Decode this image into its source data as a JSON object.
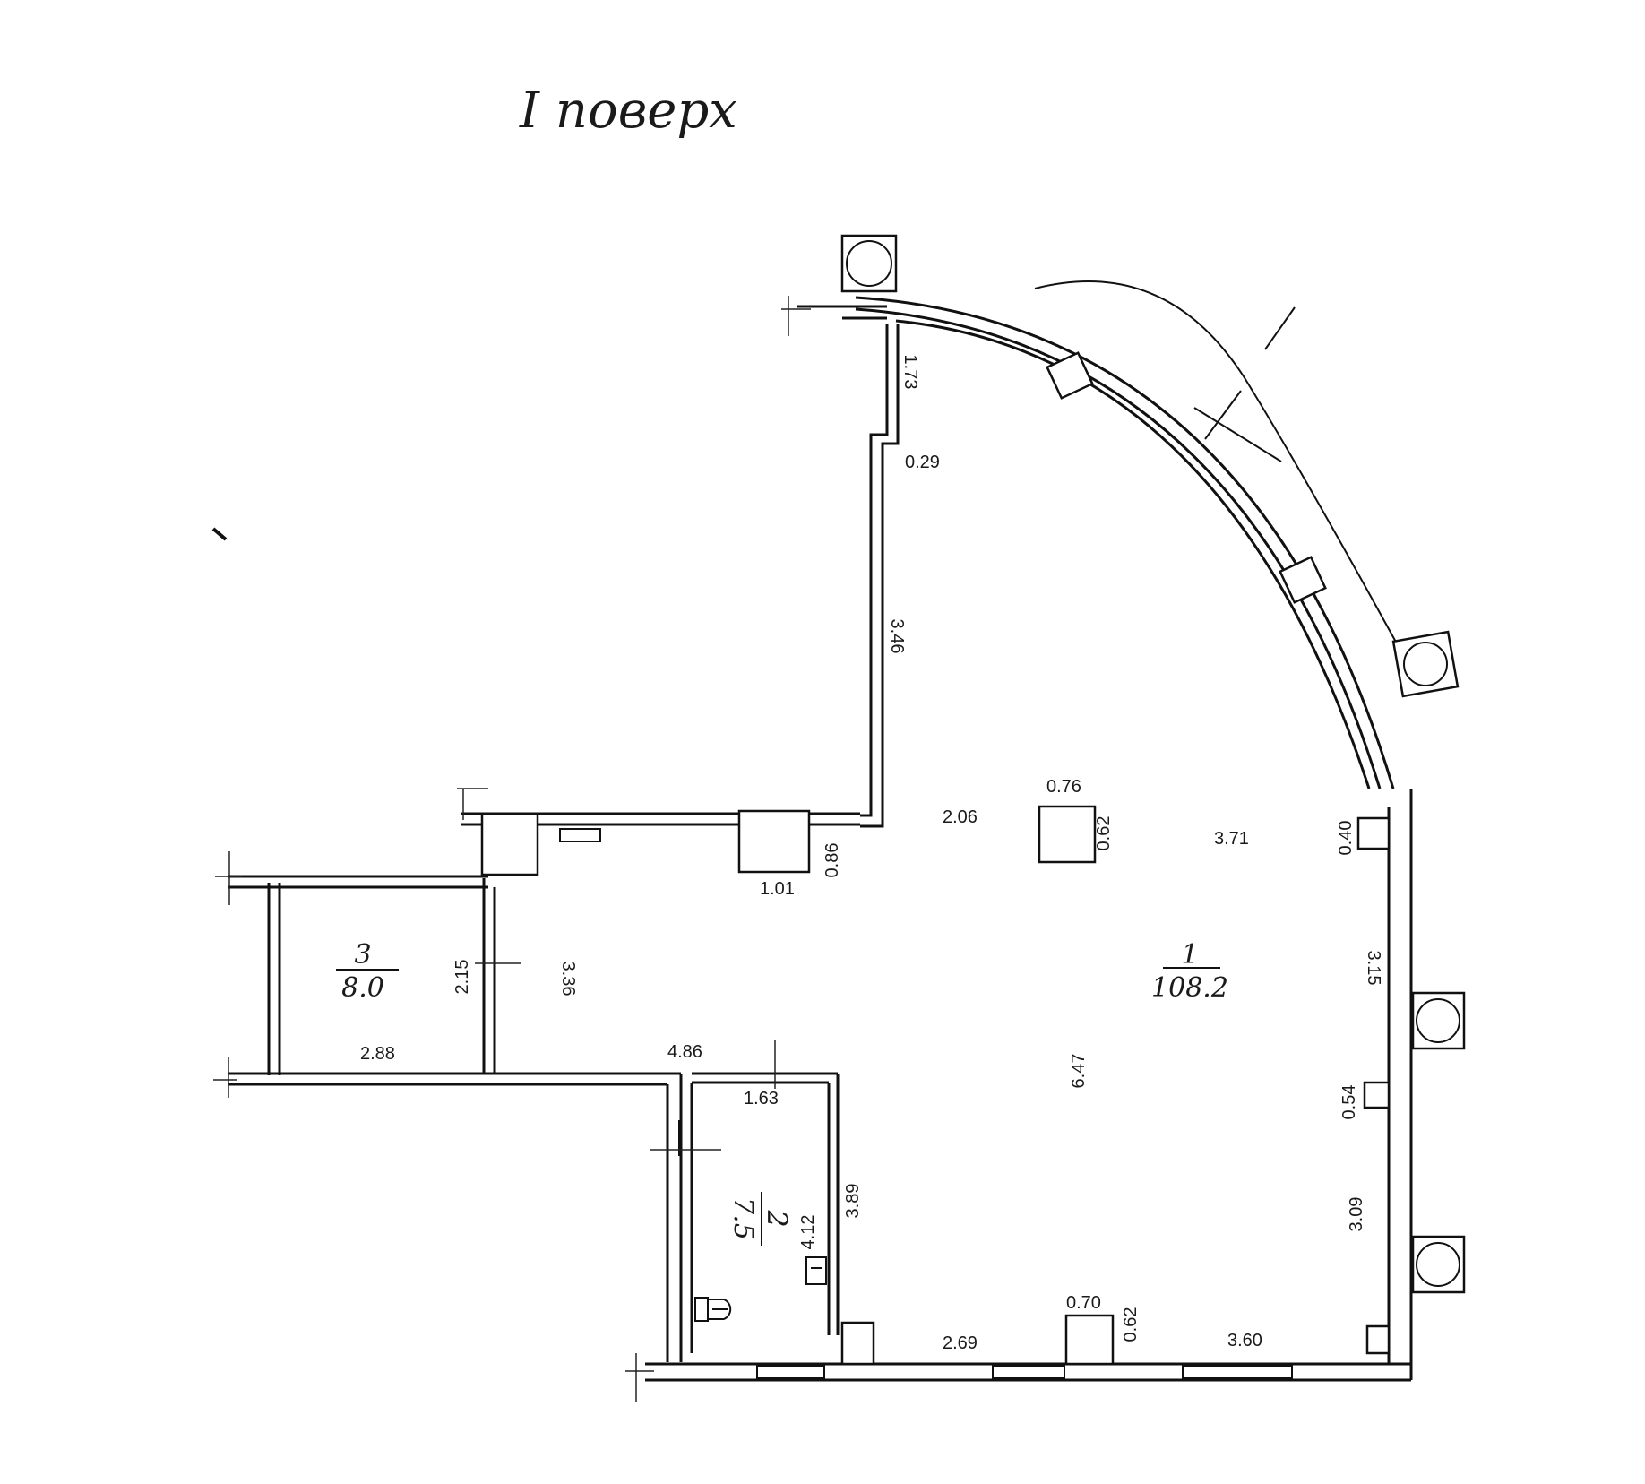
{
  "title": "I поверх",
  "rooms": [
    {
      "number": "1",
      "area": "108.2"
    },
    {
      "number": "2",
      "area": "7.5"
    },
    {
      "number": "3",
      "area": "8.0"
    }
  ],
  "dimensions": {
    "d_173": "1.73",
    "d_029": "0.29",
    "d_346": "3.46",
    "d_206": "2.06",
    "d_076": "0.76",
    "d_062a": "0.62",
    "d_371": "3.71",
    "d_040": "0.40",
    "d_101": "1.01",
    "d_086": "0.86",
    "d_315": "3.15",
    "d_215": "2.15",
    "d_336": "3.36",
    "d_288": "2.88",
    "d_486": "4.86",
    "d_647": "6.47",
    "d_054": "0.54",
    "d_163": "1.63",
    "d_389": "3.89",
    "d_412": "4.12",
    "d_309": "3.09",
    "d_070": "0.70",
    "d_062b": "0.62",
    "d_269": "2.69",
    "d_360": "3.60"
  }
}
